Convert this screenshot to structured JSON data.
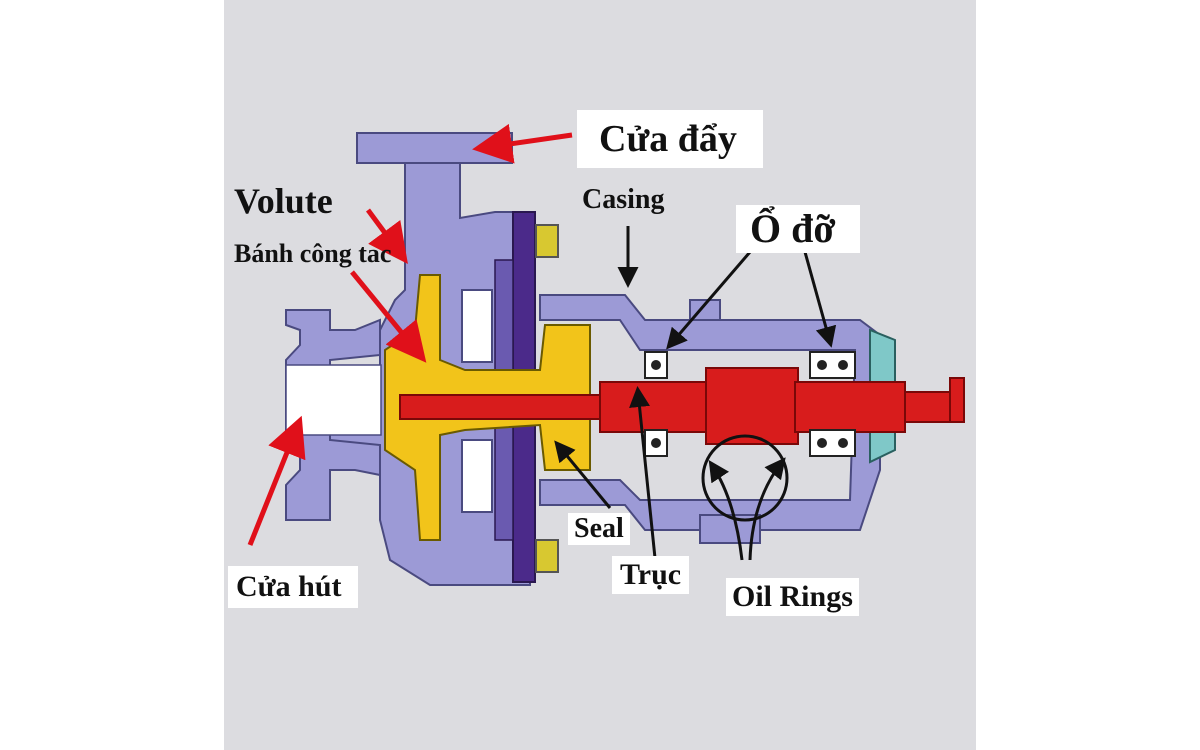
{
  "labels": {
    "discharge": "Cửa đẩy",
    "volute": "Volute",
    "impeller": "Bánh công tac",
    "casing": "Casing",
    "bearing": "Ổ đỡ",
    "suction": "Cửa hút",
    "seal": "Seal",
    "shaft": "Trục",
    "oil_rings": "Oil Rings"
  },
  "colors": {
    "background_panel": "#dcdce0",
    "casing": "#9c9ad6",
    "casing_outline": "#4a4a80",
    "impeller": "#f2c41a",
    "shaft": "#d81c1c",
    "flange": "#4b2a8a",
    "bolt": "#d8c830",
    "bearing_cover": "#7fc8c8",
    "arrow_red": "#e0101a",
    "arrow_black": "#111111"
  }
}
